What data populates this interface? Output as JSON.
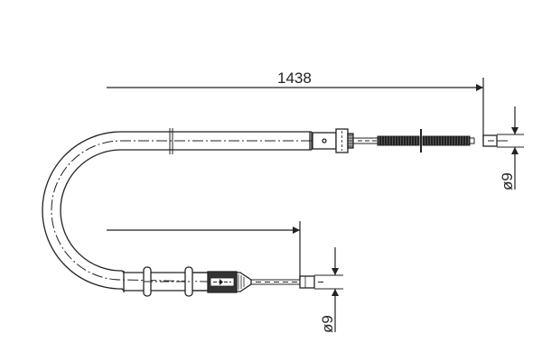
{
  "drawing": {
    "type": "technical-drawing",
    "subject": "brake cable",
    "colors": {
      "line": "#222222",
      "background": "#ffffff"
    },
    "dimensions": {
      "overall_length": "1438",
      "diameter_top": "ø9",
      "diameter_bottom": "ø9"
    }
  }
}
